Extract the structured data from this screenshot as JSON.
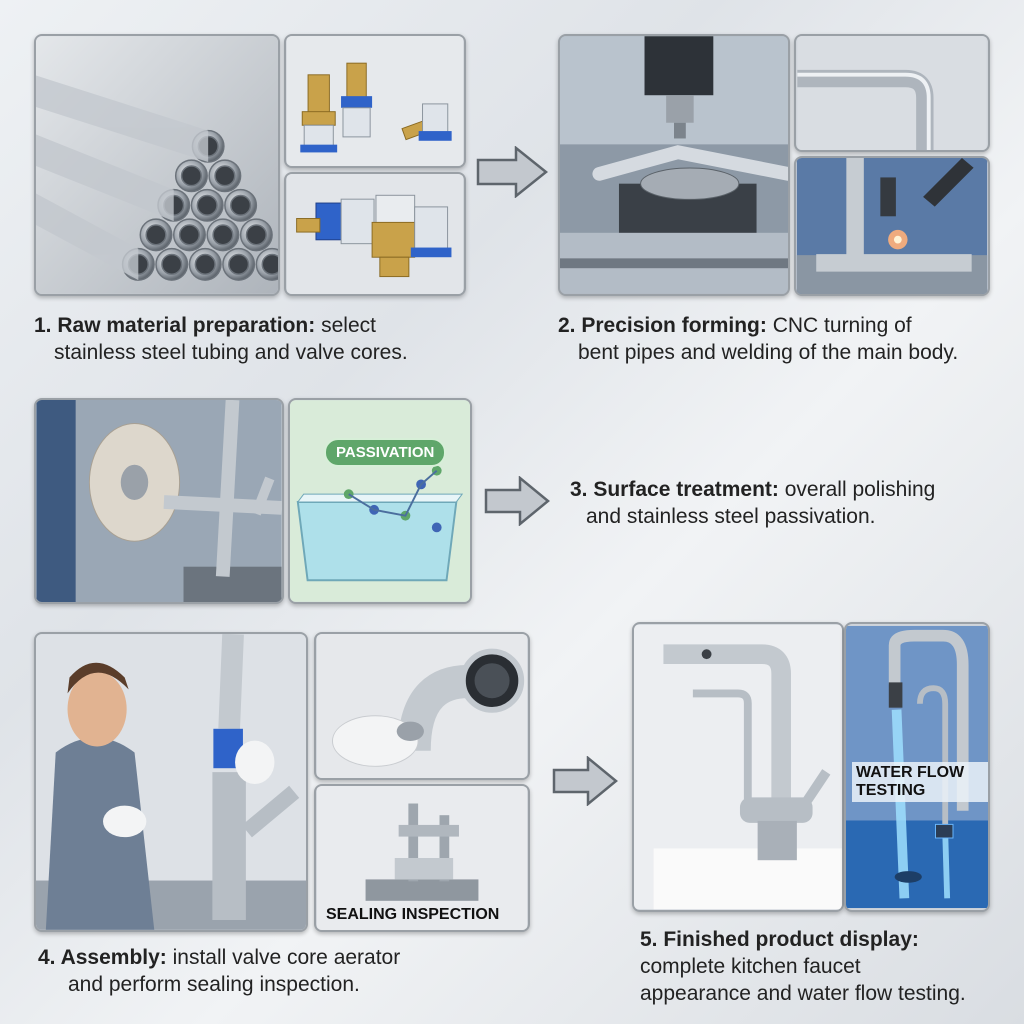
{
  "steps": [
    {
      "title": "1. Raw material preparation:",
      "line1": "select",
      "line2": "stainless steel tubing and valve cores."
    },
    {
      "title": "2. Precision forming:",
      "line1": "CNC turning of",
      "line2": "bent pipes and welding of the main body."
    },
    {
      "title": "3. Surface treatment:",
      "line1": "overall polishing",
      "line2": "and stainless steel passivation."
    },
    {
      "title": "4. Assembly:",
      "line1": "install valve core aerator",
      "line2": "and perform sealing inspection."
    },
    {
      "title": "5. Finished product display:",
      "line1": "complete kitchen faucet",
      "line2": "appearance and water flow testing."
    }
  ],
  "labels": {
    "passivation": "PASSIVATION",
    "sealing": "SEALING INSPECTION",
    "water_flow": "WATER FLOW TESTING"
  },
  "colors": {
    "steel": "#b9bfc6",
    "valve_blue": "#2f63c9",
    "brass": "#c9a24a",
    "passivation_green": "#5fa66a",
    "water_blue": "#3a8fd8"
  }
}
